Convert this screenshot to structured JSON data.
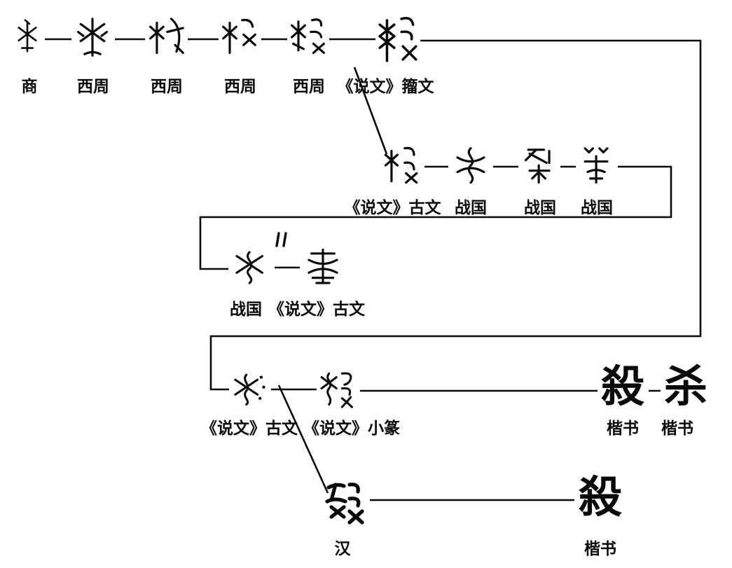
{
  "row1": {
    "labels": [
      "商",
      "西周",
      "西周",
      "西周",
      "西周",
      "《说文》籀文"
    ]
  },
  "row2": {
    "labels": [
      "《说文》古文",
      "战国",
      "战国",
      "战国"
    ]
  },
  "row3": {
    "labels": [
      "战国",
      "《说文》古文"
    ]
  },
  "row4": {
    "labels": [
      "《说文》古文",
      "《说文》小篆",
      "楷书",
      "楷书"
    ],
    "characters": [
      "殺",
      "杀"
    ]
  },
  "row5": {
    "labels": [
      "汉",
      "楷书"
    ],
    "characters": [
      "殺"
    ]
  }
}
